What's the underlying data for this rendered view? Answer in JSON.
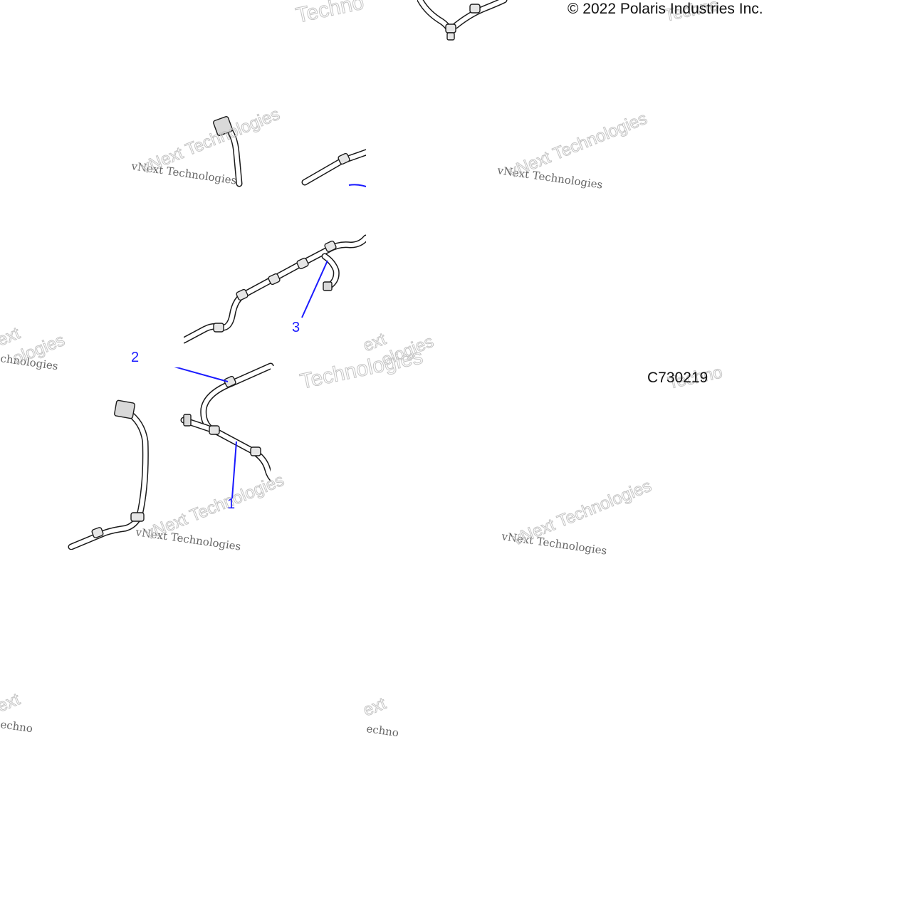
{
  "copyright": "© 2022 Polaris Industries Inc.",
  "part_code": "C730219",
  "callouts": [
    "1",
    "2",
    "3"
  ],
  "watermarks": {
    "serif_text": "vNext Technologies",
    "outline_text": "vNext Technologies",
    "outline_short": "Technologies",
    "fragment_ext": "ext",
    "fragment_techno": "Techno",
    "fragment_ologies": "ologies",
    "fragment_chnologies": "chnologies",
    "fragment_echno": "echno"
  },
  "colors": {
    "callout": "#1a1aff",
    "line_art": "#1a1a1a",
    "watermark": "#c4c4c4"
  }
}
